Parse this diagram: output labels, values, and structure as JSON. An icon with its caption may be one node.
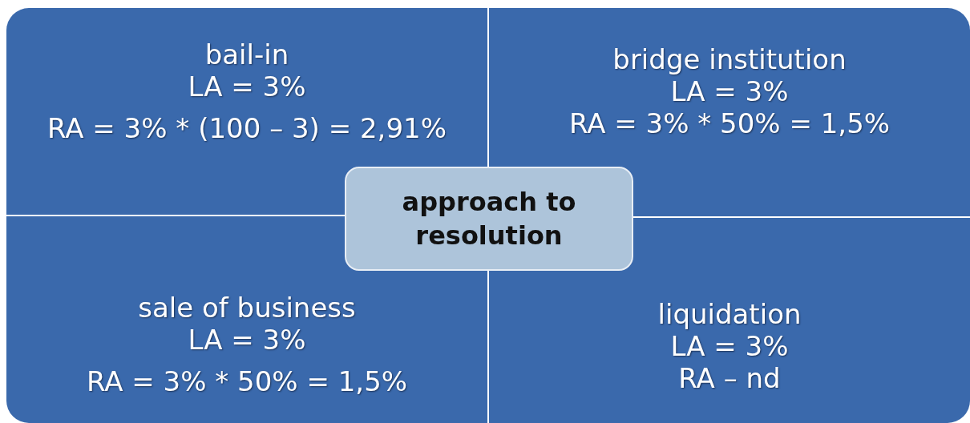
{
  "diagram": {
    "nodes": [
      {
        "text": [
          "bail-in",
          "LA = 3%",
          "RA = 3% * (100 – 3) = 2,91%"
        ]
      },
      {
        "text": [
          "bridge institution",
          "LA = 3%",
          "RA = 3% * 50% = 1,5%"
        ]
      },
      {
        "text": [
          "sale of business",
          "LA = 3%",
          "RA = 3% * 50% = 1,5%"
        ]
      },
      {
        "text": [
          "liquidation",
          "LA = 3%",
          "RA – nd"
        ]
      },
      {
        "text": [
          "approach to resolution"
        ]
      }
    ]
  }
}
